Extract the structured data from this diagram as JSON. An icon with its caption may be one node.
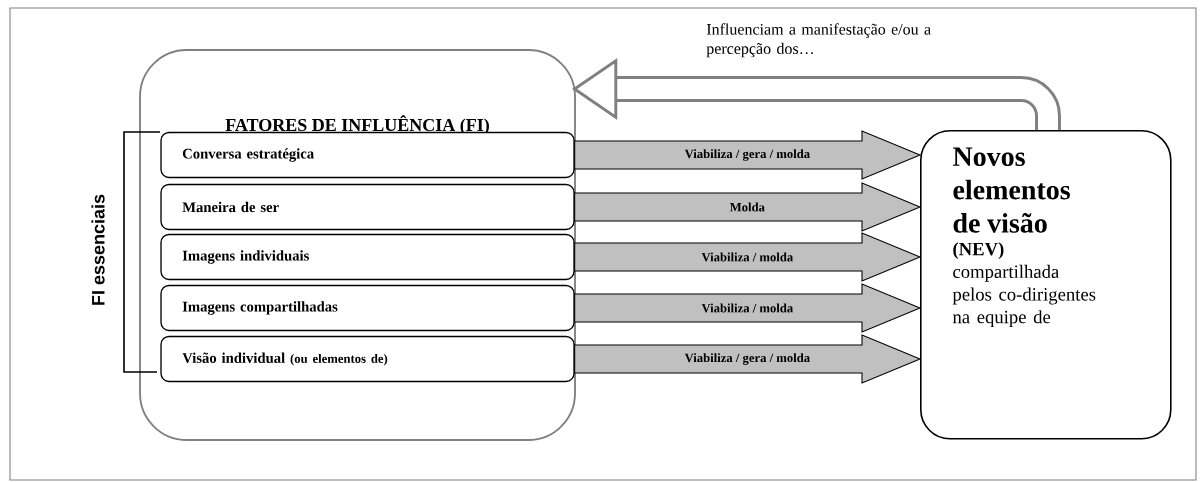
{
  "diagram": {
    "nodes": [
      {
        "text": [
          "FATORES DE INFLUÊNCIA (FI)"
        ]
      },
      {
        "text": [
          "Conversa estratégica"
        ],
        "in": 0
      },
      {
        "text": [
          "Maneira de ser"
        ],
        "in": 0
      },
      {
        "text": [
          "Imagens individuais"
        ],
        "in": 0
      },
      {
        "text": [
          "Imagens compartilhadas"
        ],
        "in": 0
      },
      {
        "text": [
          "Visão individual",
          "(ou elementos de)"
        ],
        "in": 0
      },
      {
        "text": [
          "Novos elementos de visão",
          "(NEV)",
          "compartilhada pelos co-dirigentes na equipe de"
        ]
      }
    ],
    "edges": [
      {
        "from": 1,
        "to": 6,
        "arrow": "to",
        "label": "Viabiliza / gera / molda"
      },
      {
        "from": 2,
        "to": 6,
        "arrow": "to",
        "label": "Molda"
      },
      {
        "from": 3,
        "to": 6,
        "arrow": "to",
        "label": "Viabiliza / molda"
      },
      {
        "from": 4,
        "to": 6,
        "arrow": "to",
        "label": "Viabiliza / molda"
      },
      {
        "from": 5,
        "to": 6,
        "arrow": "to",
        "label": "Viabiliza / gera / molda"
      },
      {
        "from": 6,
        "to": 0,
        "arrow": "to",
        "label": "Influenciam a manifestação e/ou a percepção dos…",
        "color": "#808080"
      }
    ],
    "labels": [
      "FI essenciais"
    ]
  }
}
